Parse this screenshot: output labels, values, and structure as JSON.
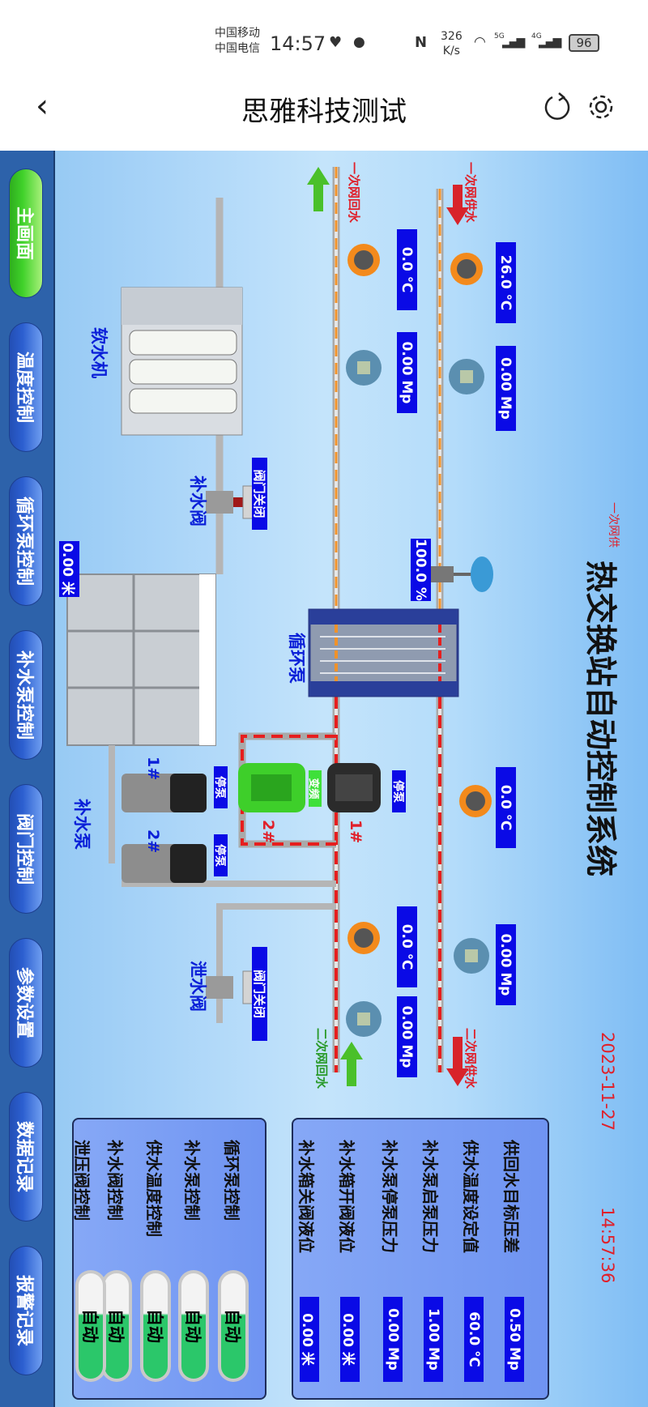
{
  "status_bar": {
    "carrier1": "中国移动",
    "carrier2": "中国电信",
    "time": "14:57",
    "speed_value": "326",
    "speed_unit": "K/s",
    "net1": "5G",
    "net2": "4G",
    "battery": "96"
  },
  "header": {
    "title": "思雅科技测试",
    "back_icon": "chevron-left-icon",
    "refresh_icon": "refresh-icon",
    "settings_icon": "gear-icon"
  },
  "scada": {
    "title": "热交换站自动控制系统",
    "primary_supply_small": "一次网供",
    "date": "2023-11-27",
    "time": "14:57:36",
    "pipes": {
      "primary_return": "一次网回水",
      "primary_supply": "一次网供水",
      "secondary_supply": "二次网供水",
      "secondary_return": "二次网回水"
    },
    "readings": {
      "primary_supply_temp": "26.0 ℃",
      "primary_supply_pressure": "0.00 Mp",
      "primary_return_temp": "0.0 ℃",
      "primary_return_pressure": "0.00 Mp",
      "valve_opening": "100.0 %",
      "secondary_supply_temp": "0.0 ℃",
      "secondary_supply_pressure": "0.00 Mp",
      "secondary_return_temp": "0.0 ℃",
      "secondary_return_pressure": "0.00 Mp",
      "tank_level": "0.00 米"
    },
    "equipment": {
      "softener": "软水机",
      "makeup_valve": "补水阀",
      "makeup_valve_status": "阀门关闭",
      "circ_pump": "循环泵",
      "circ_pump1_id": "1#",
      "circ_pump1_status": "停泵",
      "circ_pump2_id": "2#",
      "circ_pump2_status": "变频",
      "makeup_pump": "补水泵",
      "makeup_pump1_id": "1#",
      "makeup_pump1_status": "停泵",
      "makeup_pump2_id": "2#",
      "makeup_pump2_status": "停泵",
      "drain_valve": "泄水阀",
      "drain_valve_status": "阀门关闭"
    },
    "params": [
      {
        "label": "供回水目标压差",
        "value": "0.50 Mp"
      },
      {
        "label": "供水温度设定值",
        "value": "60.0 ℃"
      },
      {
        "label": "补水泵启泵压力",
        "value": "1.00 Mp"
      },
      {
        "label": "补水泵停泵压力",
        "value": "0.00 Mp"
      },
      {
        "label": "补水箱开阀液位",
        "value": "0.00 米"
      },
      {
        "label": "补水箱关阀液位",
        "value": "0.00 米"
      }
    ],
    "modes": [
      {
        "label": "循环泵控制",
        "state": "自动"
      },
      {
        "label": "补水泵控制",
        "state": "自动"
      },
      {
        "label": "供水温度控制",
        "state": "自动"
      },
      {
        "label": "补水阀控制",
        "state": "自动"
      },
      {
        "label": "泄压阀控制",
        "state": "自动"
      }
    ],
    "nav": [
      {
        "label": "主画面",
        "active": true
      },
      {
        "label": "温度控制"
      },
      {
        "label": "循环泵控制"
      },
      {
        "label": "补水泵控制"
      },
      {
        "label": "阀门控制"
      },
      {
        "label": "参数设置"
      },
      {
        "label": "数据记录"
      },
      {
        "label": "报警记录"
      }
    ]
  },
  "colors": {
    "value_box": "#0a0ae6",
    "label_blue": "#0a1fd8",
    "alert_red": "#e0202a",
    "nav_active": "#3fd12a",
    "nav_bar": "#2d62aa"
  }
}
